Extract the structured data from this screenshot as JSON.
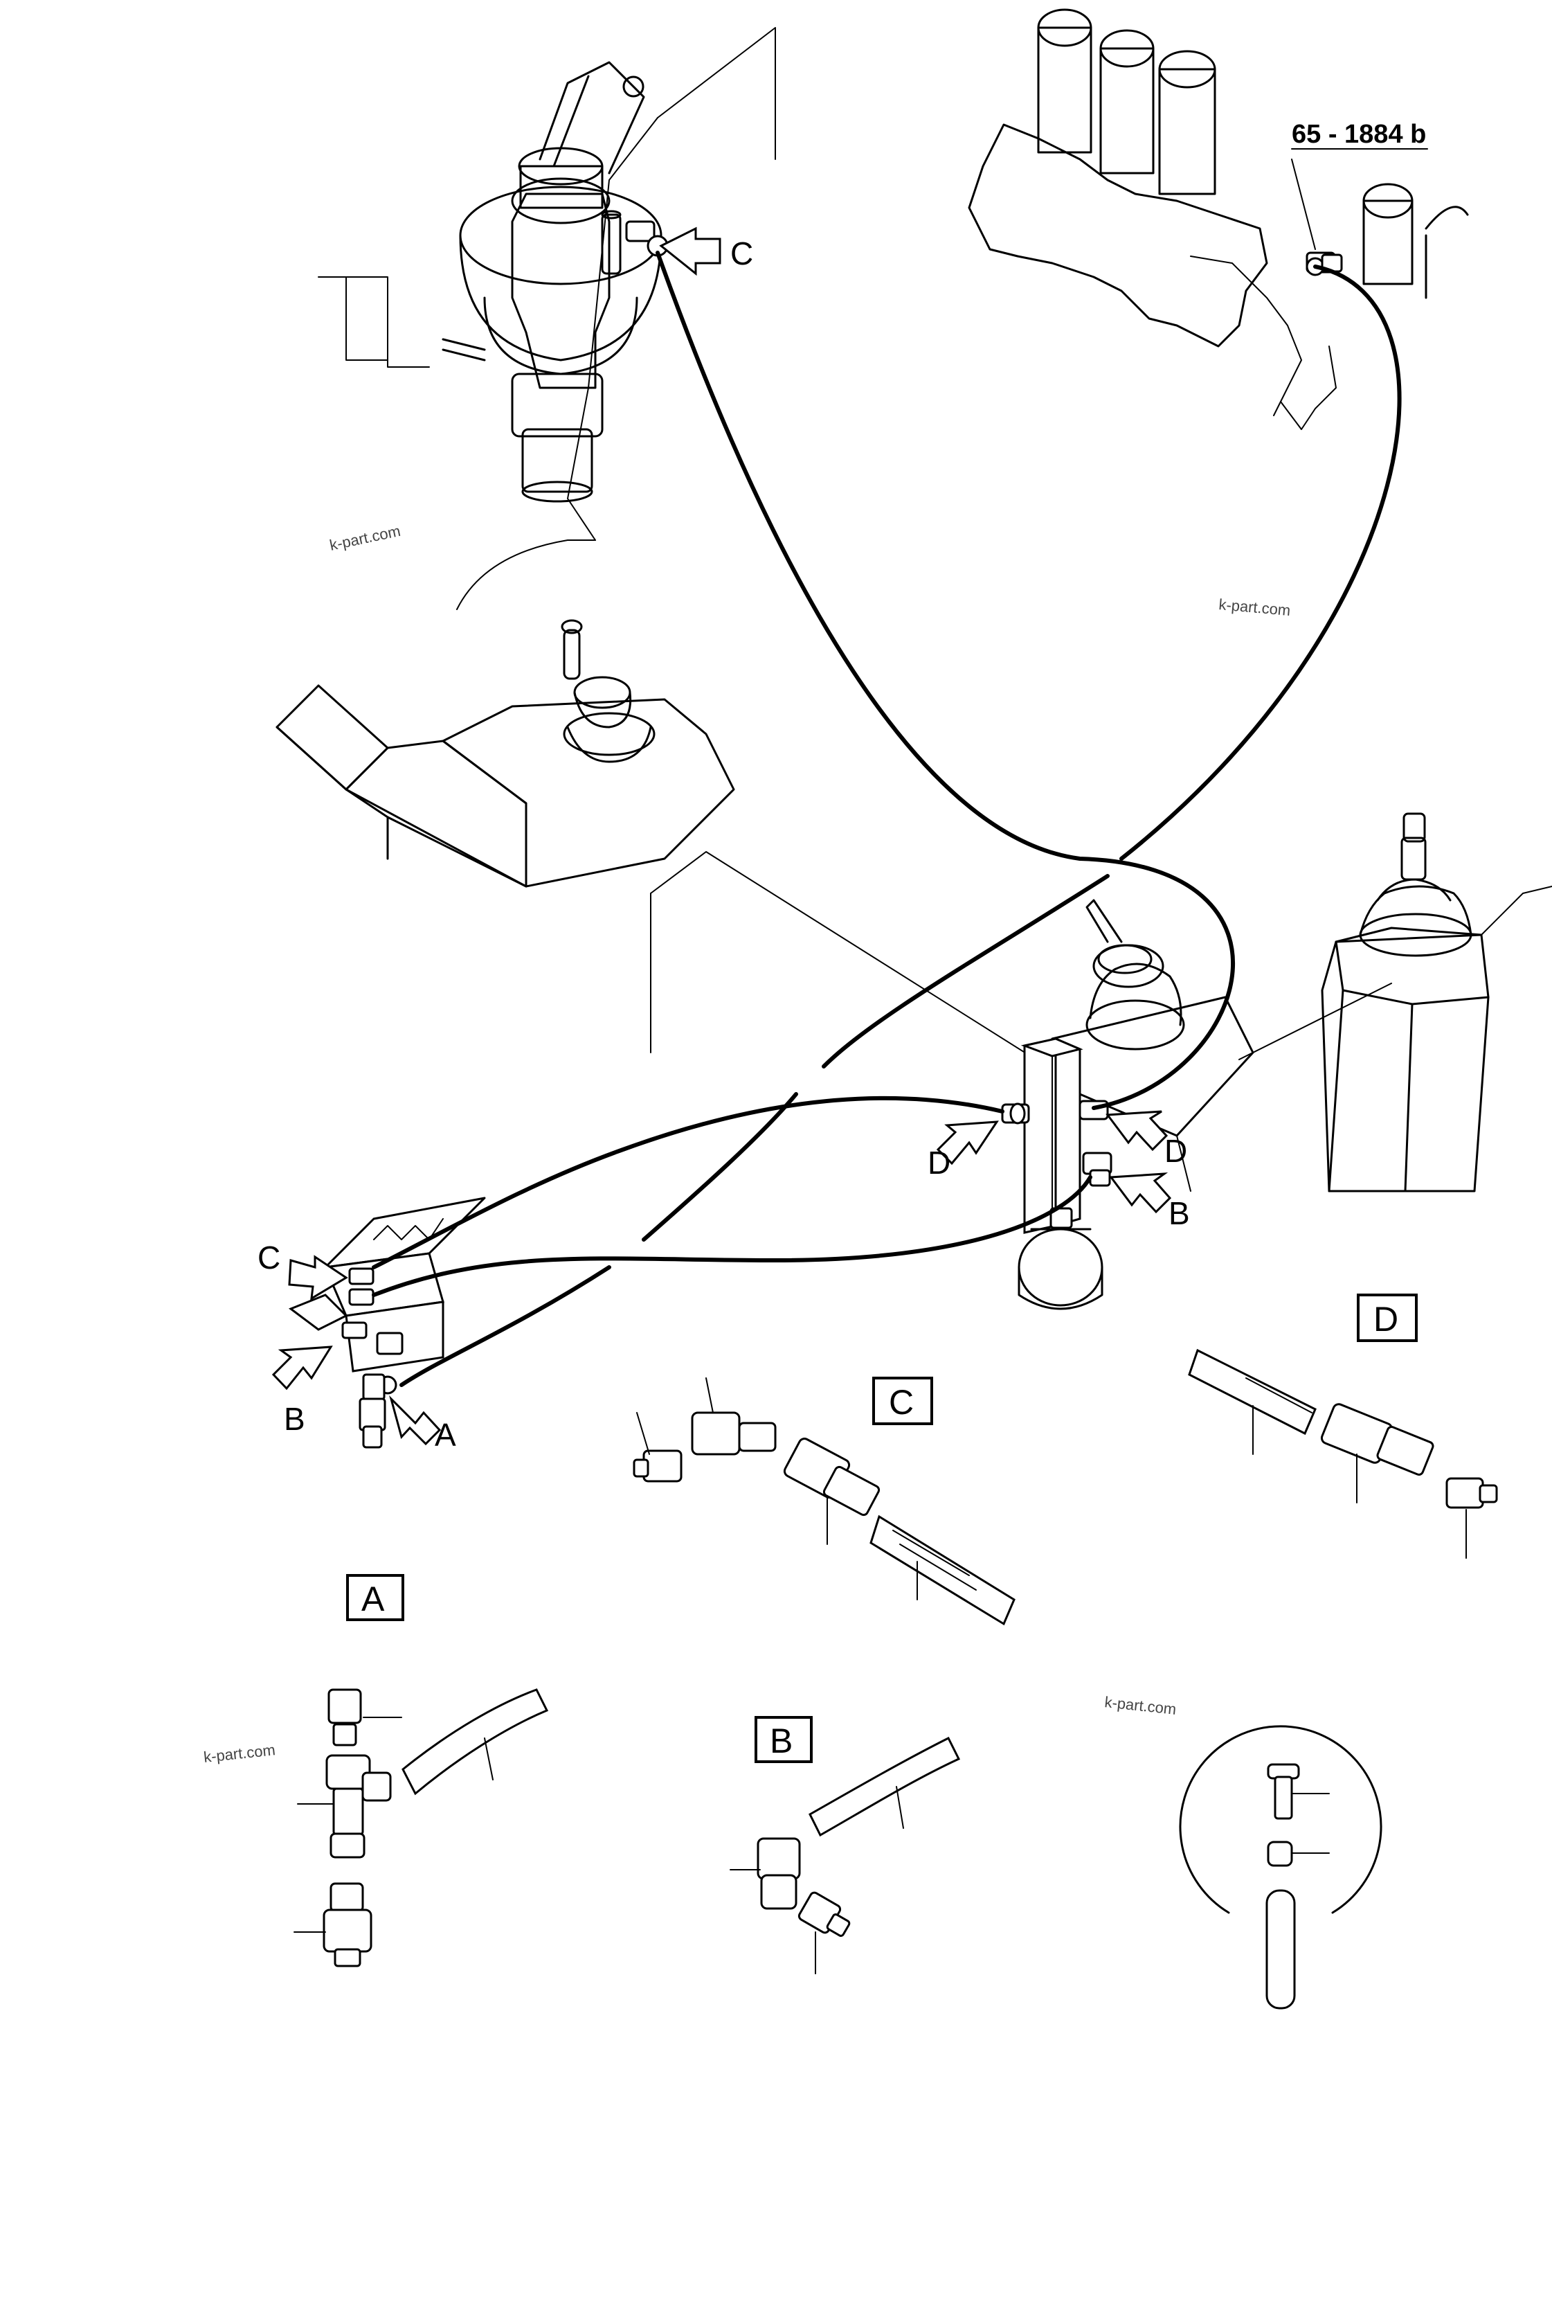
{
  "drawing_reference": "65 - 1884 b",
  "callout_labels": {
    "a": "A",
    "b": "B",
    "c": "C",
    "d": "D"
  },
  "detail_titles": {
    "a": "A",
    "b": "B",
    "c": "C",
    "d": "D"
  },
  "watermarks": [
    "k-part.com",
    "k-part.com",
    "k-part.com",
    "k-part.com"
  ]
}
